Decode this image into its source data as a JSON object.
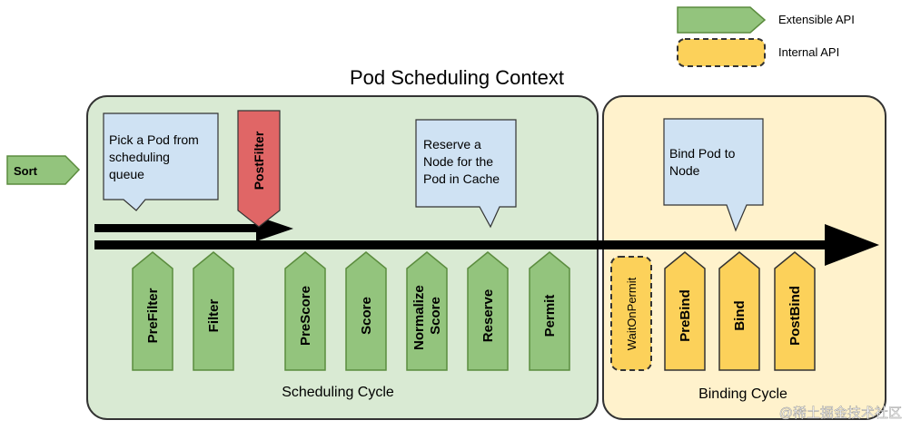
{
  "legend": {
    "extensible": "Extensible API",
    "internal": "Internal API"
  },
  "context_title": "Pod Scheduling Context",
  "sort_label": "Sort",
  "cycles": {
    "scheduling": "Scheduling Cycle",
    "binding": "Binding Cycle"
  },
  "callouts": {
    "pick": [
      "Pick a Pod from",
      "scheduling",
      "queue"
    ],
    "reserve": [
      "Reserve a",
      "Node for the",
      "Pod in Cache"
    ],
    "bind": [
      "Bind Pod to",
      "Node"
    ]
  },
  "post_filter": "PostFilter",
  "plugins": {
    "prefilter": [
      "PreFilter"
    ],
    "filter": [
      "Filter"
    ],
    "prescore": [
      "PreScore"
    ],
    "score": [
      "Score"
    ],
    "normalize_score": [
      "Normalize",
      "Score"
    ],
    "reserve": [
      "Reserve"
    ],
    "permit": [
      "Permit"
    ],
    "wait_on_permit": [
      "WaitOnPermit"
    ],
    "prebind": [
      "PreBind"
    ],
    "bind": [
      "Bind"
    ],
    "postbind": [
      "PostBind"
    ]
  },
  "watermark": "@稀土掘金技术社区",
  "colors": {
    "green": "#93c47d",
    "green_stroke": "#5b8c3e",
    "yellow": "#fcd15a",
    "yellow_stroke": "#333333",
    "red": "#e06666",
    "callout_blue": "#cfe2f3",
    "sched_bg": "#d9ead3",
    "bind_bg": "#fff2cc"
  }
}
